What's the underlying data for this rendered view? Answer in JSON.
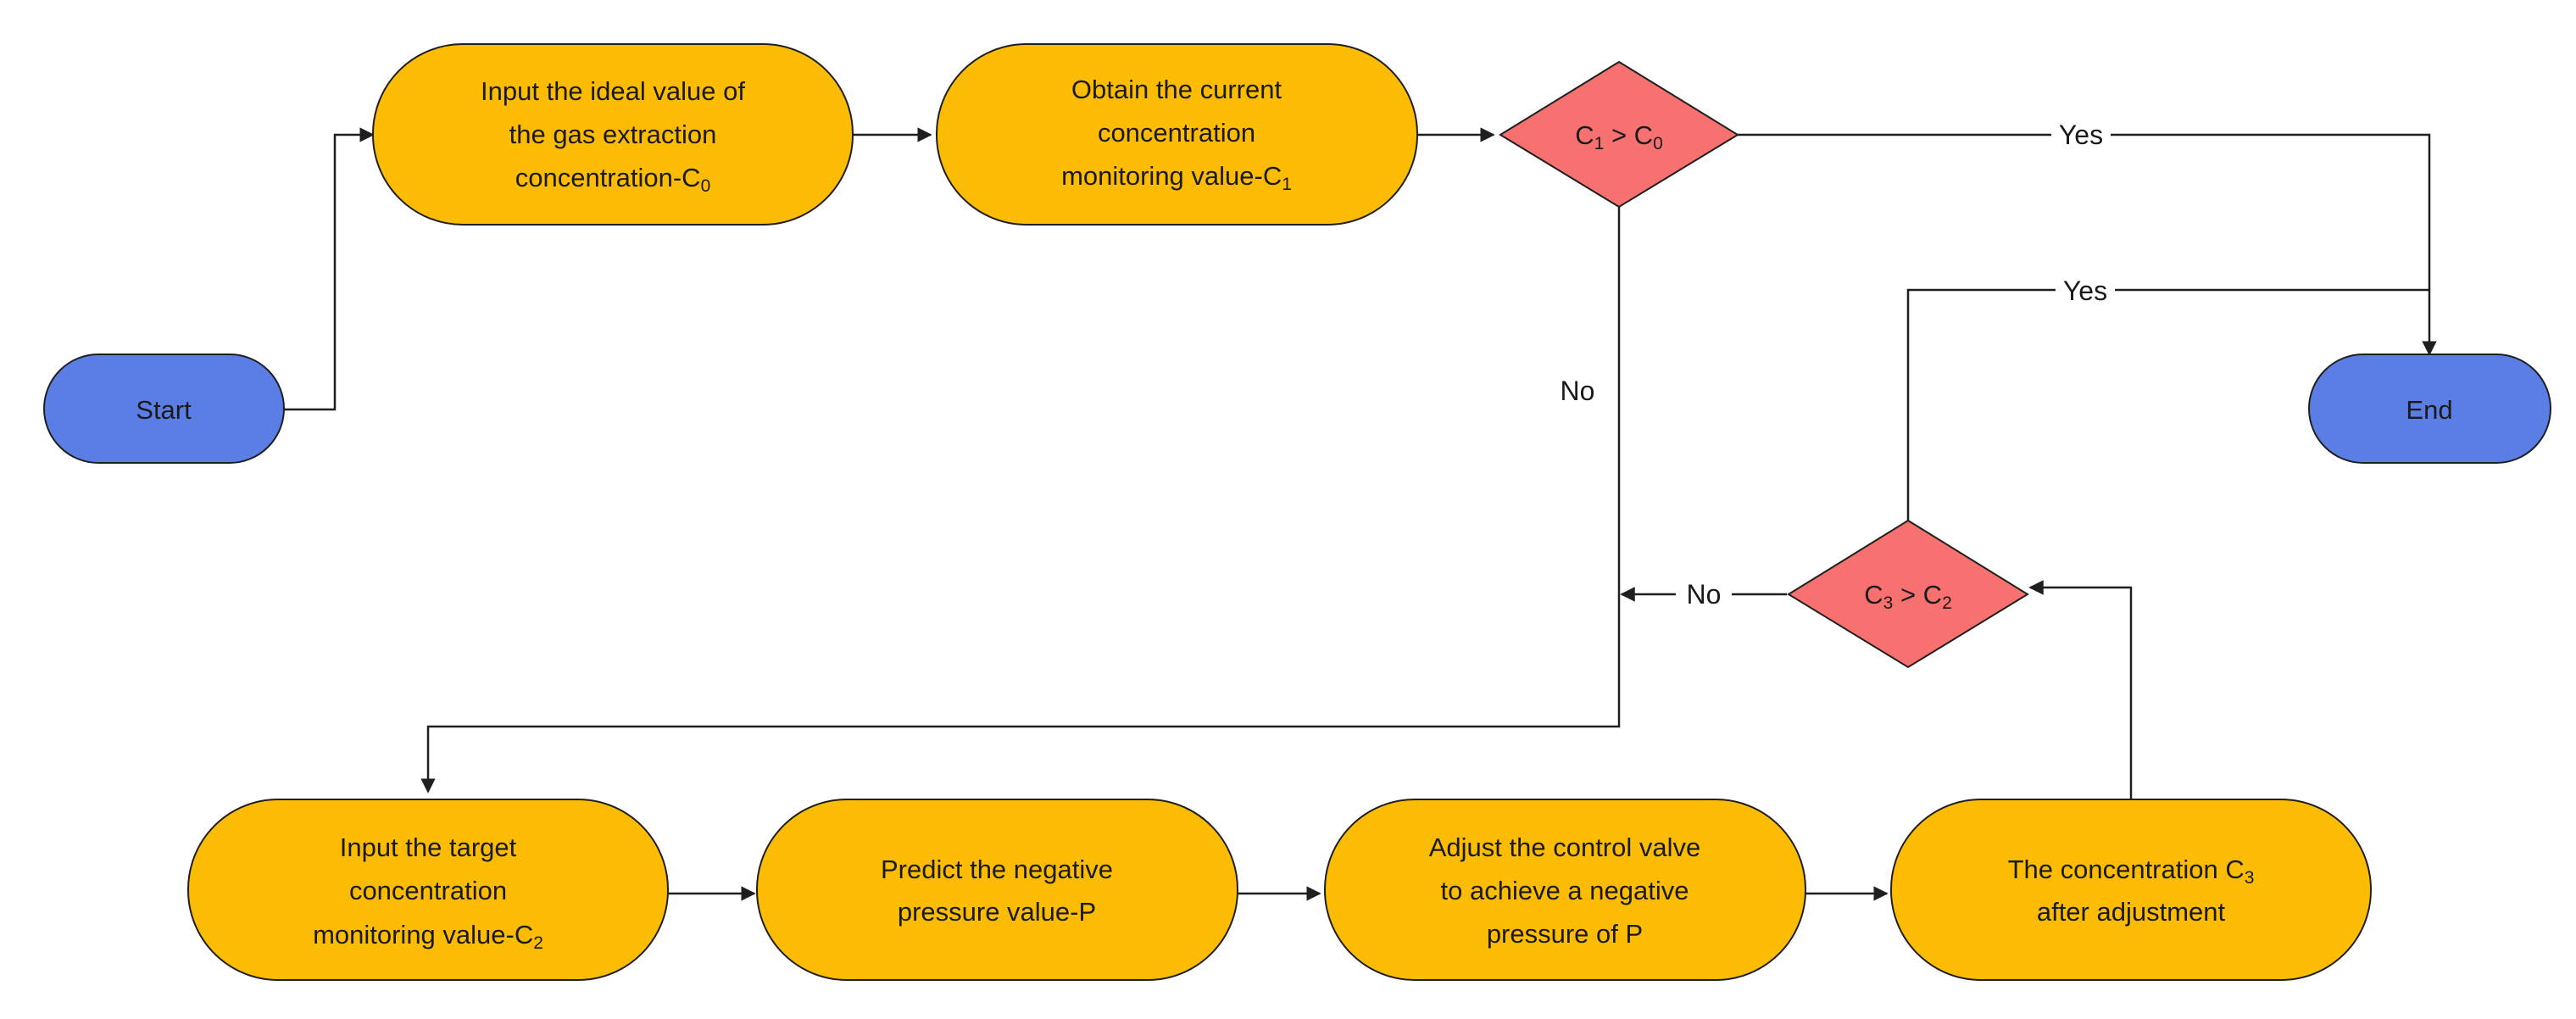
{
  "colors": {
    "terminal_fill": "#5b7ee5",
    "process_fill": "#fcbc04",
    "decision_fill": "#f77170",
    "stroke": "#1f1f1f",
    "line": "#1f1f1f"
  },
  "nodes": {
    "start": {
      "label": "Start"
    },
    "end": {
      "label": "End"
    },
    "input_ideal": {
      "line1": "Input the ideal value of",
      "line2": "the gas extraction",
      "line3_main": "concentration-C",
      "line3_sub": "0"
    },
    "obtain_current": {
      "line1": "Obtain the current",
      "line2": "concentration",
      "line3_main": "monitoring value-C",
      "line3_sub": "1"
    },
    "decision_c1_c0": {
      "a_main": "C",
      "a_sub": "1",
      "op": " > ",
      "b_main": "C",
      "b_sub": "0"
    },
    "decision_c3_c2": {
      "a_main": "C",
      "a_sub": "3",
      "op": " > ",
      "b_main": "C",
      "b_sub": "2"
    },
    "input_target": {
      "line1": "Input the target",
      "line2": "concentration",
      "line3_main": "monitoring value-C",
      "line3_sub": "2"
    },
    "predict_pressure": {
      "line1": "Predict the negative",
      "line2": "pressure value-P"
    },
    "adjust_valve": {
      "line1": "Adjust the control valve",
      "line2": "to achieve a negative",
      "line3": "pressure of P"
    },
    "concentration_after": {
      "line1_main": "The concentration C",
      "line1_sub": "3",
      "line2": "after adjustment"
    }
  },
  "edges": {
    "yes_top": "Yes",
    "yes_mid": "Yes",
    "no_vertical": "No",
    "no_horizontal": "No"
  }
}
